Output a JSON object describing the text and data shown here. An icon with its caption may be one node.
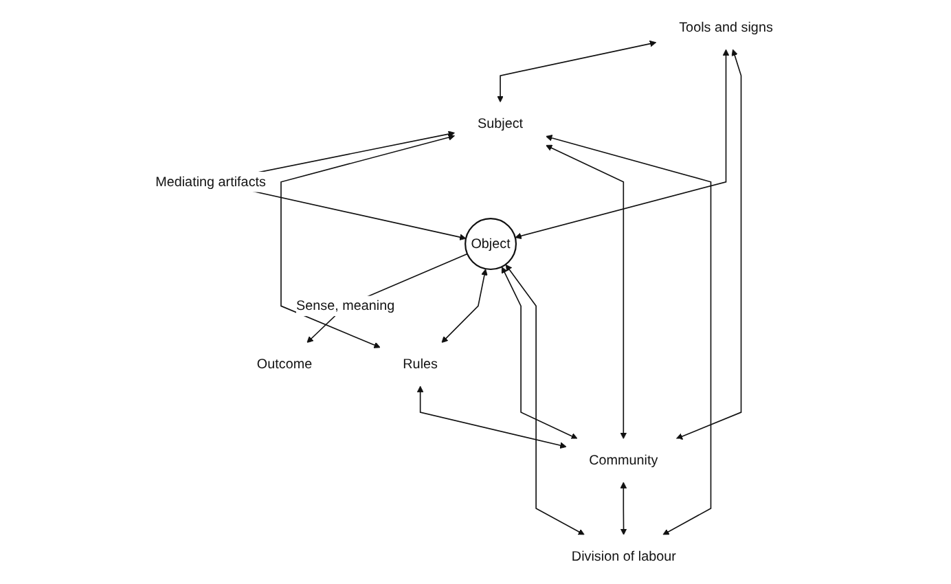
{
  "diagram": {
    "nodes": [
      {
        "text": [
          "Tools and signs"
        ]
      },
      {
        "text": [
          "Subject"
        ]
      },
      {
        "text": [
          "Object"
        ]
      },
      {
        "text": [
          "Outcome"
        ]
      },
      {
        "text": [
          "Rules"
        ]
      },
      {
        "text": [
          "Community"
        ]
      },
      {
        "text": [
          "Division of labour"
        ]
      }
    ],
    "edges": [
      {
        "from": 0,
        "to": 1,
        "arrow": "both"
      },
      {
        "from": 0,
        "to": 2,
        "arrow": "both"
      },
      {
        "from": 0,
        "to": 5,
        "arrow": "both"
      },
      {
        "from": 1,
        "to": 2,
        "arrow": "both",
        "label": "Mediating artifacts"
      },
      {
        "from": 2,
        "to": 3,
        "arrow": "to",
        "label": "Sense, meaning"
      },
      {
        "from": 1,
        "to": 4,
        "arrow": "both"
      },
      {
        "from": 1,
        "to": 5,
        "arrow": "both"
      },
      {
        "from": 1,
        "to": 6,
        "arrow": "both"
      },
      {
        "from": 2,
        "to": 4,
        "arrow": "both"
      },
      {
        "from": 2,
        "to": 5,
        "arrow": "both"
      },
      {
        "from": 2,
        "to": 6,
        "arrow": "both"
      },
      {
        "from": 4,
        "to": 5,
        "arrow": "both"
      },
      {
        "from": 5,
        "to": 6,
        "arrow": "both"
      }
    ]
  }
}
